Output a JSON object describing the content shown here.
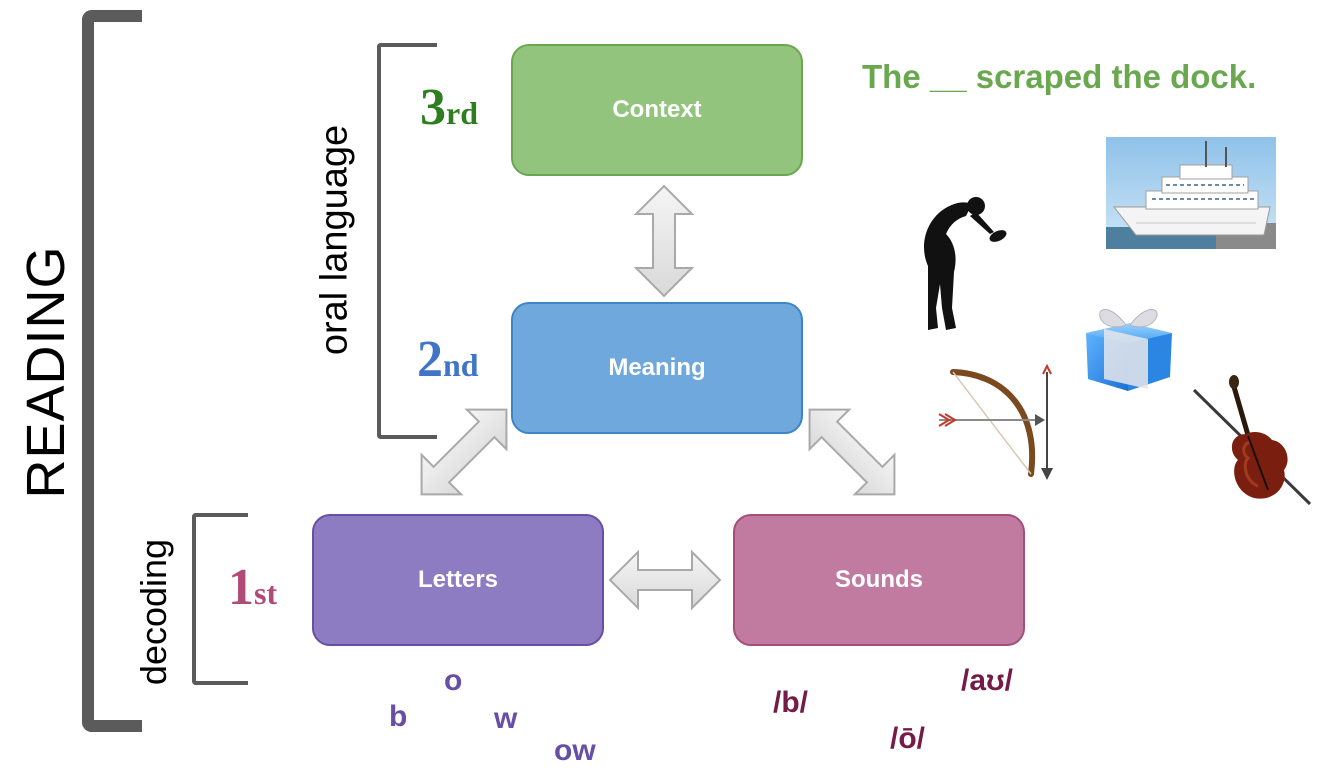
{
  "labels": {
    "reading": "READING",
    "oral_language": "oral language",
    "decoding": "decoding"
  },
  "ordinals": {
    "third": {
      "num": "3",
      "suffix": "rd"
    },
    "second": {
      "num": "2",
      "suffix": "nd"
    },
    "first": {
      "num": "1",
      "suffix": "st"
    }
  },
  "boxes": {
    "context": "Context",
    "meaning": "Meaning",
    "letters": "Letters",
    "sounds": "Sounds"
  },
  "sentence": "The __ scraped the dock.",
  "letter_fragments": [
    "b",
    "o",
    "w",
    "ow"
  ],
  "sound_fragments": [
    "/b/",
    "/aʊ/",
    "/ō/"
  ],
  "colors": {
    "context": "#93c47d",
    "meaning": "#6fa8dc",
    "letters": "#8e7cc3",
    "sounds": "#c27ba0",
    "sentence": "#6aa84f",
    "third": "#2e7d1f",
    "second": "#3f74c8",
    "first": "#b04a78"
  },
  "pictures": [
    "ship-image",
    "bowing-man-image",
    "gift-box-image",
    "bow-and-arrow-image",
    "violin-image"
  ]
}
